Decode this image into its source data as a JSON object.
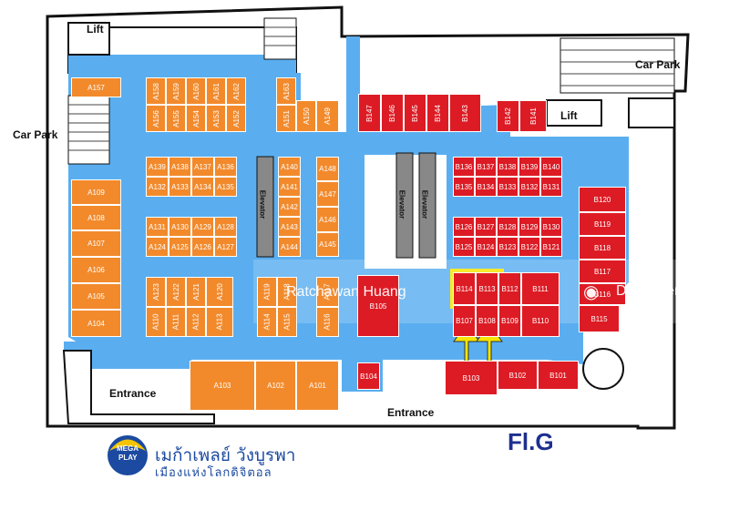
{
  "labels": {
    "lift_1": "Lift",
    "lift_2": "Lift",
    "car_park_left": "Car Park",
    "car_park_right": "Car Park",
    "entrance_left": "Entrance",
    "entrance_bottom": "Entrance",
    "elevator_1": "Elevator",
    "elevator_2": "Elevator",
    "elevator_3": "Elevator",
    "floor": "Fl.G",
    "logo_mark_1": "MEGA",
    "logo_mark_2": "PLAY",
    "logo_name_th": "เมก้าเพลย์ วังบูรพา",
    "logo_tagline_th": "เมืองแห่งโลกดิจิตอล",
    "watermark_agent": "Ratchawan Huang",
    "watermark_brand": "DDproperty"
  },
  "colors": {
    "zone_a": "#f28a2c",
    "zone_b": "#dd1b24",
    "corridor": "#5aaef0",
    "highlight": "#f5e500",
    "floor_label": "#1d2f8f"
  },
  "highlighted_units": [
    "B114",
    "B113"
  ],
  "units_a": [
    "A157",
    "A158",
    "A159",
    "A160",
    "A161",
    "A162",
    "A156",
    "A155",
    "A154",
    "A153",
    "A152",
    "A163",
    "A151",
    "A150",
    "A149",
    "A139",
    "A138",
    "A137",
    "A136",
    "A132",
    "A133",
    "A134",
    "A135",
    "A140",
    "A141",
    "A142",
    "A143",
    "A144",
    "A148",
    "A147",
    "A146",
    "A145",
    "A109",
    "A108",
    "A107",
    "A106",
    "A105",
    "A104",
    "A131",
    "A130",
    "A129",
    "A128",
    "A124",
    "A125",
    "A126",
    "A127",
    "A123",
    "A122",
    "A121",
    "A120",
    "A110",
    "A111",
    "A112",
    "A113",
    "A119",
    "A118",
    "A114",
    "A115",
    "A117",
    "A116",
    "A103",
    "A102",
    "A101"
  ],
  "units_b": [
    "B147",
    "B146",
    "B145",
    "B144",
    "B143",
    "B142",
    "B141",
    "B136",
    "B137",
    "B138",
    "B139",
    "B140",
    "B135",
    "B134",
    "B133",
    "B132",
    "B131",
    "B126",
    "B127",
    "B128",
    "B129",
    "B130",
    "B125",
    "B124",
    "B123",
    "B122",
    "B121",
    "B120",
    "B119",
    "B118",
    "B117",
    "B116",
    "B115",
    "B114",
    "B113",
    "B112",
    "B111",
    "B107",
    "B108",
    "B109",
    "B110",
    "B105",
    "B104",
    "B103",
    "B102",
    "B101"
  ]
}
